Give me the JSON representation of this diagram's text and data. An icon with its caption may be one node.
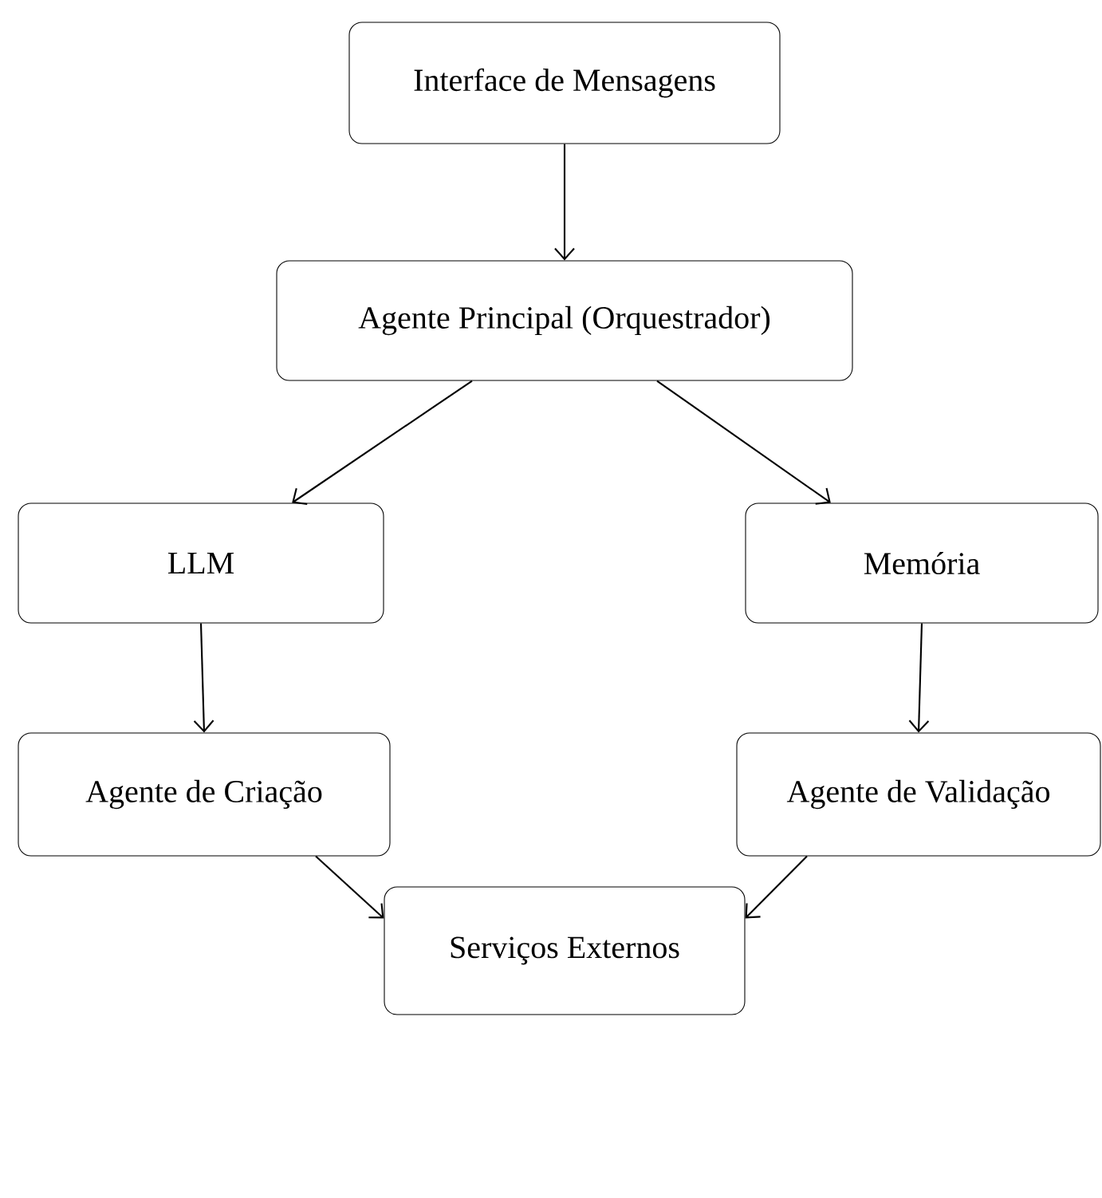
{
  "diagram": {
    "nodes": [
      {
        "text": [
          "Interface de Mensagens"
        ]
      },
      {
        "text": [
          "Agente Principal (Orquestrador)"
        ]
      },
      {
        "text": [
          "LLM"
        ]
      },
      {
        "text": [
          "Memória"
        ]
      },
      {
        "text": [
          "Agente de Criação"
        ]
      },
      {
        "text": [
          "Agente de Validação"
        ]
      },
      {
        "text": [
          "Serviços Externos"
        ]
      }
    ],
    "edges": [
      {
        "from": 0,
        "to": 1,
        "arrow": "to"
      },
      {
        "from": 1,
        "to": 2,
        "arrow": "to"
      },
      {
        "from": 1,
        "to": 3,
        "arrow": "to"
      },
      {
        "from": 2,
        "to": 4,
        "arrow": "to"
      },
      {
        "from": 3,
        "to": 5,
        "arrow": "to"
      },
      {
        "from": 4,
        "to": 6,
        "arrow": "to"
      },
      {
        "from": 5,
        "to": 6,
        "arrow": "to"
      }
    ]
  }
}
